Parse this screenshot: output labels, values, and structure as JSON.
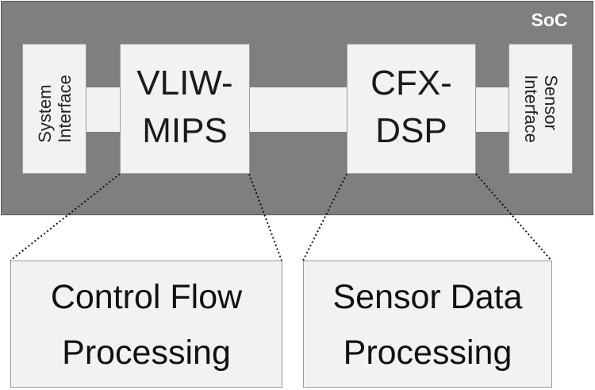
{
  "soc": {
    "label": "SoC"
  },
  "system_interface": {
    "line1": "System",
    "line2": "Interface"
  },
  "sensor_interface": {
    "line1": "Sensor",
    "line2": "Interface"
  },
  "vliw_mips": {
    "line1": "VLIW-",
    "line2": "MIPS"
  },
  "cfx_dsp": {
    "line1": "CFX-",
    "line2": "DSP"
  },
  "control_flow": {
    "line1": "Control Flow",
    "line2": "Processing"
  },
  "sensor_data": {
    "line1": "Sensor Data",
    "line2": "Processing"
  },
  "colors": {
    "soc_fill": "#7f7f7f",
    "box_fill": "#f2f2f2",
    "text": "#1a1a1a",
    "soc_label": "#ffffff"
  }
}
